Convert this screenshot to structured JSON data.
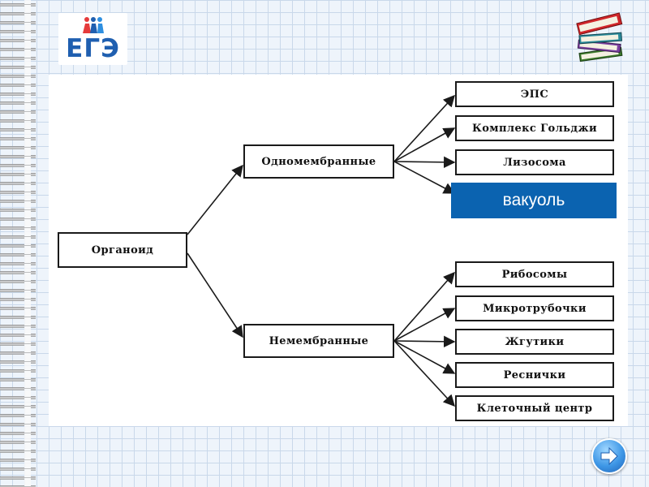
{
  "logo": {
    "text": "ЕГЭ"
  },
  "diagram": {
    "root": "Органоид",
    "groups": [
      {
        "label": "Одномембранные",
        "children": [
          "ЭПС",
          "Комплекс Гольджи",
          "Лизосома"
        ],
        "answer": "вакуоль"
      },
      {
        "label": "Немембранные",
        "children": [
          "Рибосомы",
          "Микротрубочки",
          "Жгутики",
          "Реснички",
          "Клеточный центр"
        ]
      }
    ]
  },
  "icons": {
    "books": "books-stack-icon",
    "next": "arrow-right-icon"
  },
  "colors": {
    "answer_fill": "#0b63b0",
    "grid": "#c9d8ea",
    "logo_blue": "#1f5fb0"
  }
}
